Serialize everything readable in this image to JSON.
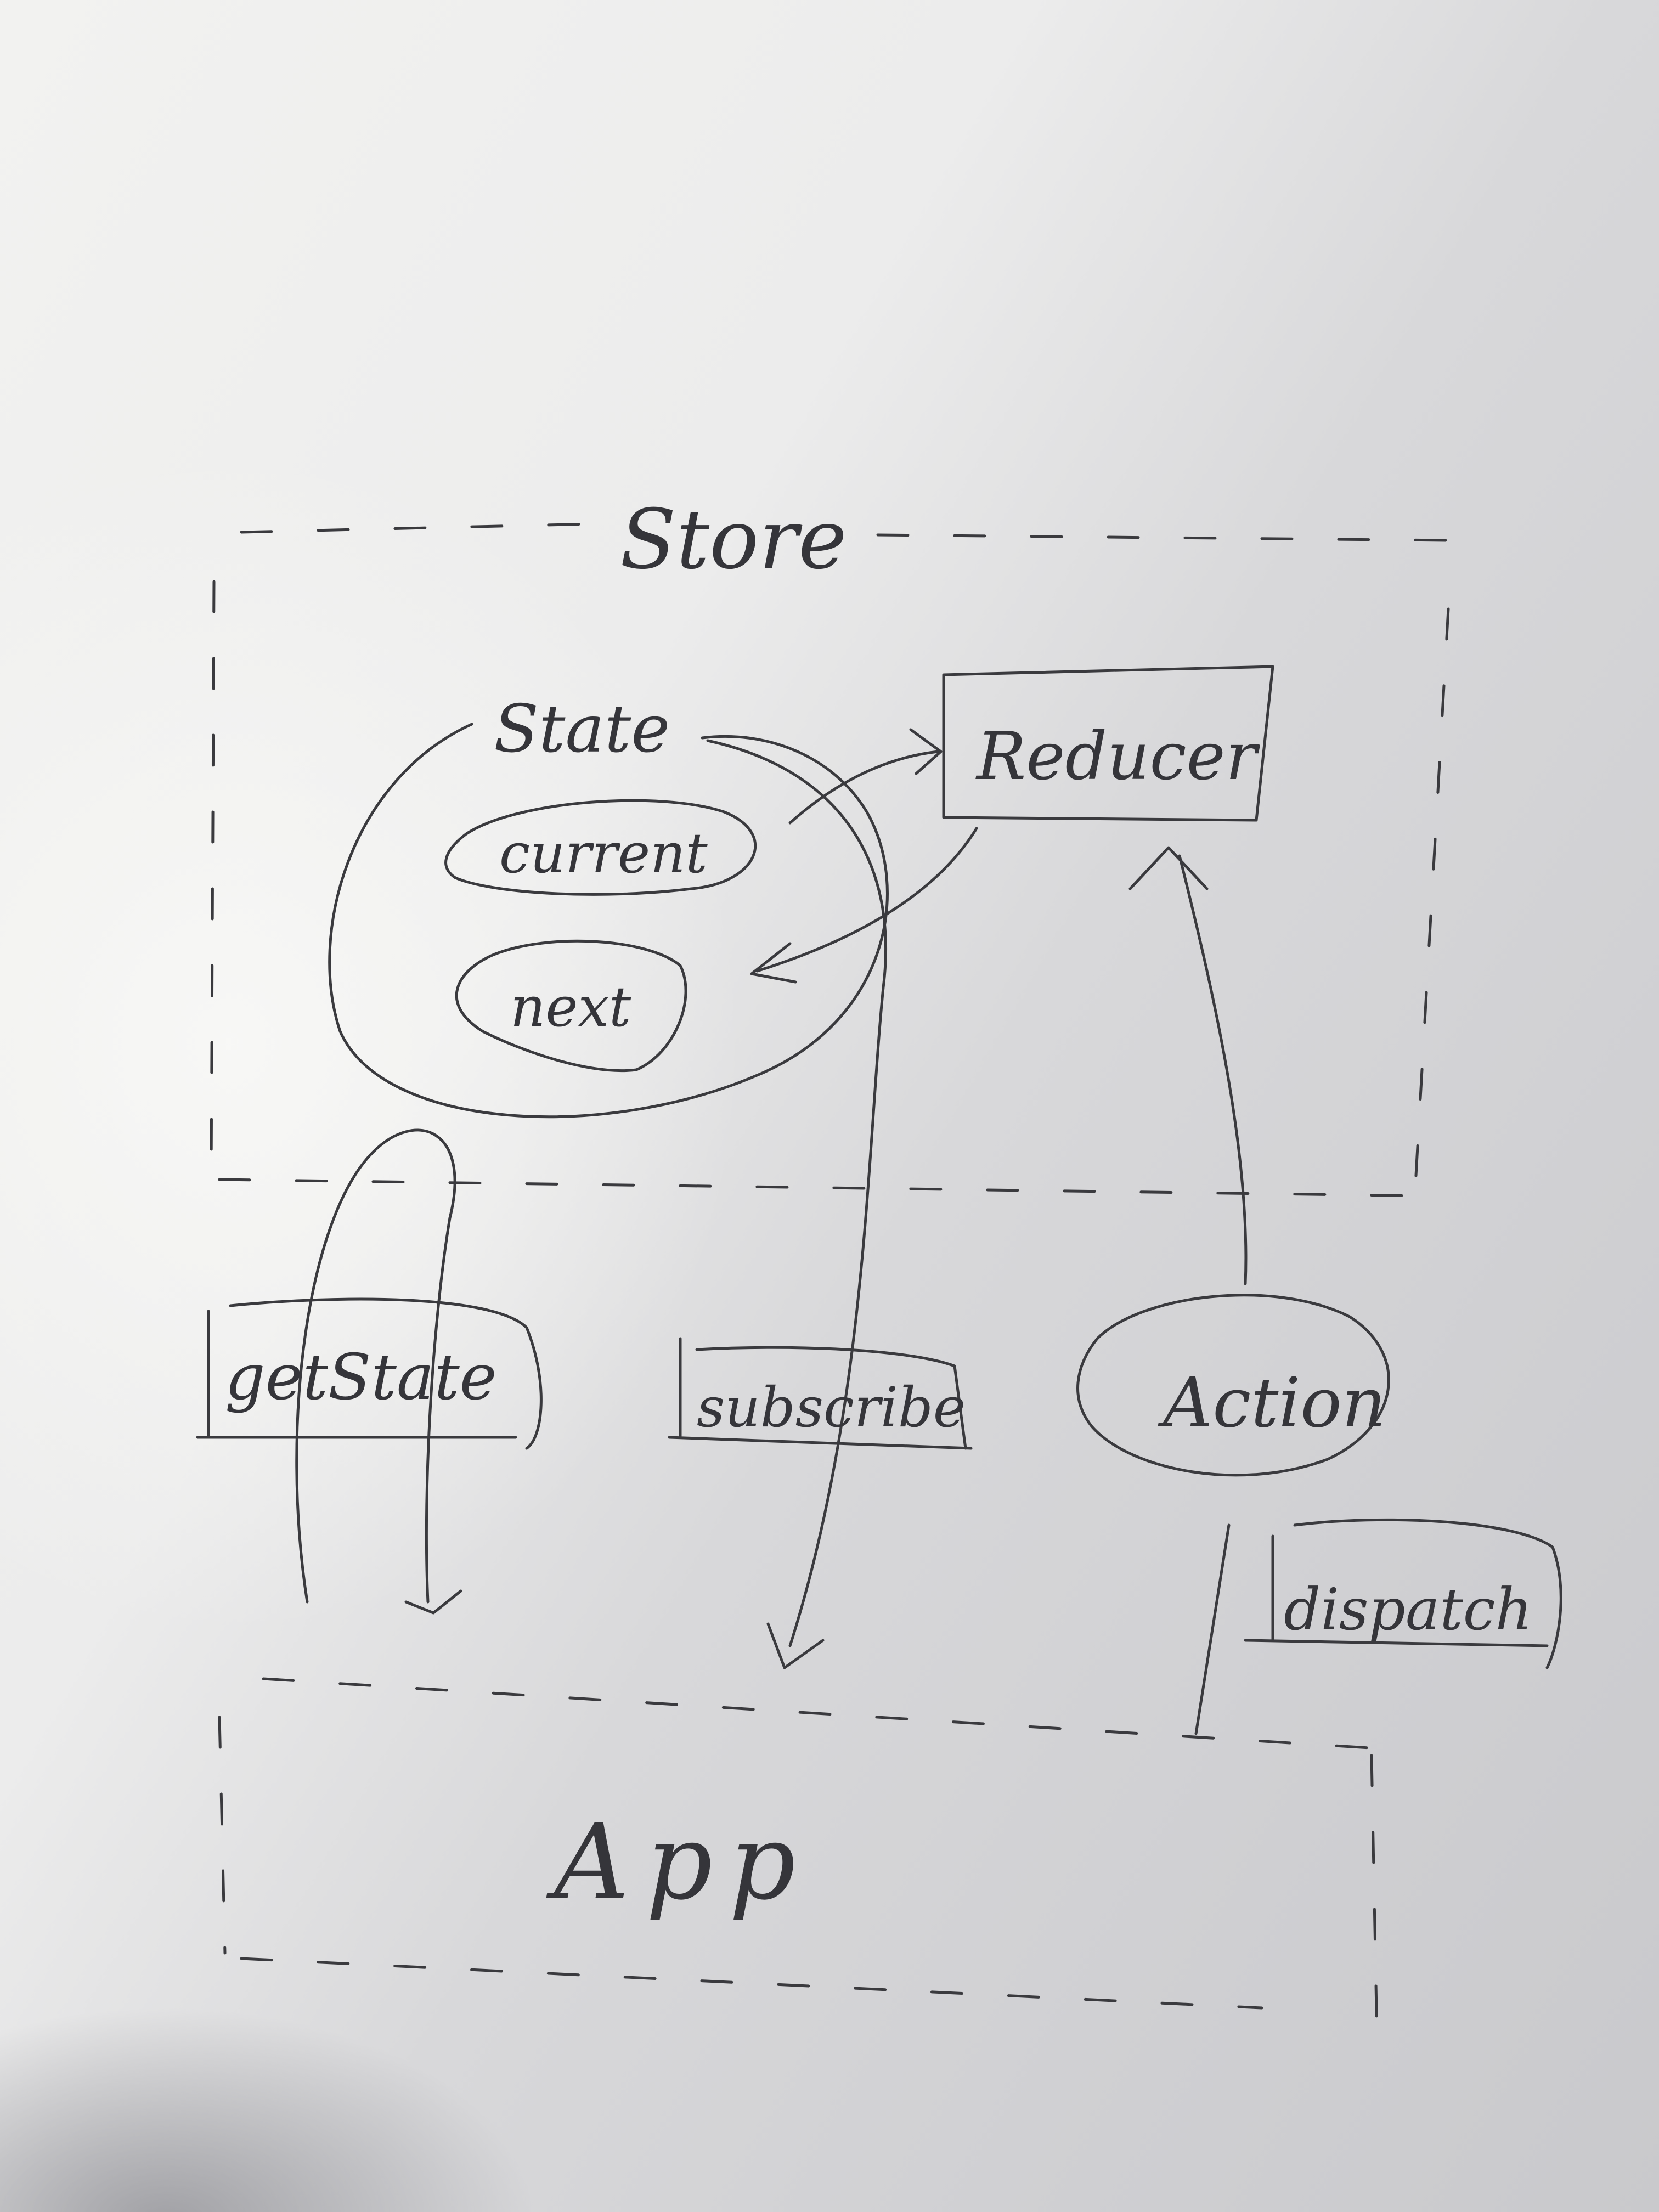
{
  "diagram": {
    "labels": {
      "store": "Store",
      "state": "State",
      "current": "current",
      "next": "next",
      "reducer": "Reducer",
      "get_state": "getState",
      "subscribe": "subscribe",
      "action": "Action",
      "dispatch": "dispatch",
      "app": "App"
    },
    "ink_color": "#3a3a3e",
    "paper_color": "#ececec"
  }
}
